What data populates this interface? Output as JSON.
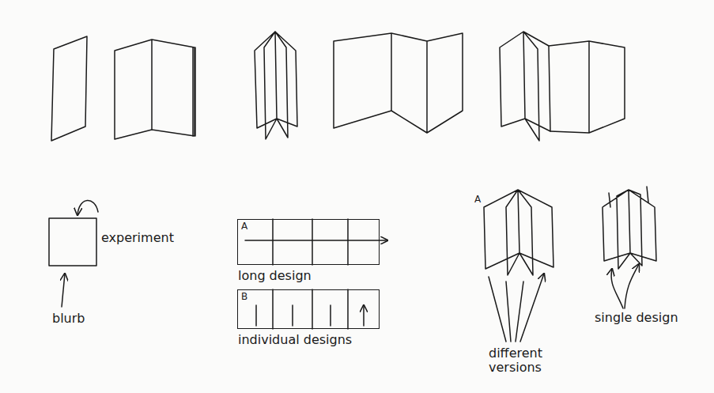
{
  "diagram": {
    "nodes": [
      {
        "text": [
          "A",
          "long design"
        ]
      },
      {
        "text": [
          "B",
          "individual designs"
        ]
      }
    ],
    "labels": [
      "experiment",
      "blurb",
      "A",
      "different versions",
      "single design"
    ]
  }
}
